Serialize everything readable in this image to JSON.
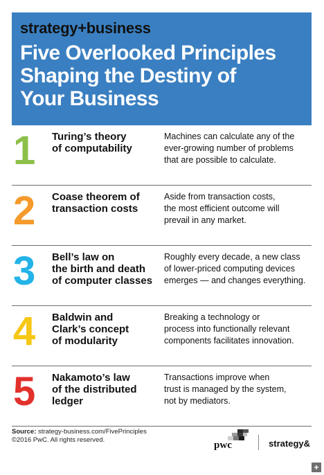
{
  "header": {
    "brand": "strategy+business",
    "title_lines": [
      "Five Overlooked Principles",
      "Shaping the Destiny of",
      "Your Business"
    ]
  },
  "principles": [
    {
      "number": "1",
      "color": "#8cc04a",
      "name_lines": [
        "Turing’s theory",
        "of computability"
      ],
      "desc_lines": [
        "Machines can calculate any of the",
        "ever-growing number of problems",
        "that are possible to calculate."
      ]
    },
    {
      "number": "2",
      "color": "#f59a2b",
      "name_lines": [
        "Coase theorem of",
        "transaction costs"
      ],
      "desc_lines": [
        "Aside from transaction costs,",
        "the most efficient outcome will",
        "prevail in any market."
      ]
    },
    {
      "number": "3",
      "color": "#23b3e8",
      "name_lines": [
        "Bell’s law on",
        "the birth and death",
        "of computer classes"
      ],
      "desc_lines": [
        "Roughly every decade, a new class",
        "of lower-priced computing devices",
        "emerges — and changes everything."
      ]
    },
    {
      "number": "4",
      "color": "#f6c714",
      "name_lines": [
        "Baldwin and",
        "Clark’s concept",
        "of modularity"
      ],
      "desc_lines": [
        "Breaking a technology or",
        "process into functionally relevant",
        "components facilitates innovation."
      ]
    },
    {
      "number": "5",
      "color": "#e2312c",
      "name_lines": [
        "Nakamoto’s law",
        "of the distributed",
        "ledger"
      ],
      "desc_lines": [
        "Transactions improve when",
        "trust is managed by the system,",
        "not by mediators."
      ]
    }
  ],
  "footer": {
    "source_label": "Source:",
    "source_text": " strategy-business.com/FivePrinciples",
    "copyright": "©2016 PwC. All rights reserved.",
    "logo_pwc": "pwc",
    "logo_strategy": "strategy&"
  },
  "expand_icon": "+"
}
